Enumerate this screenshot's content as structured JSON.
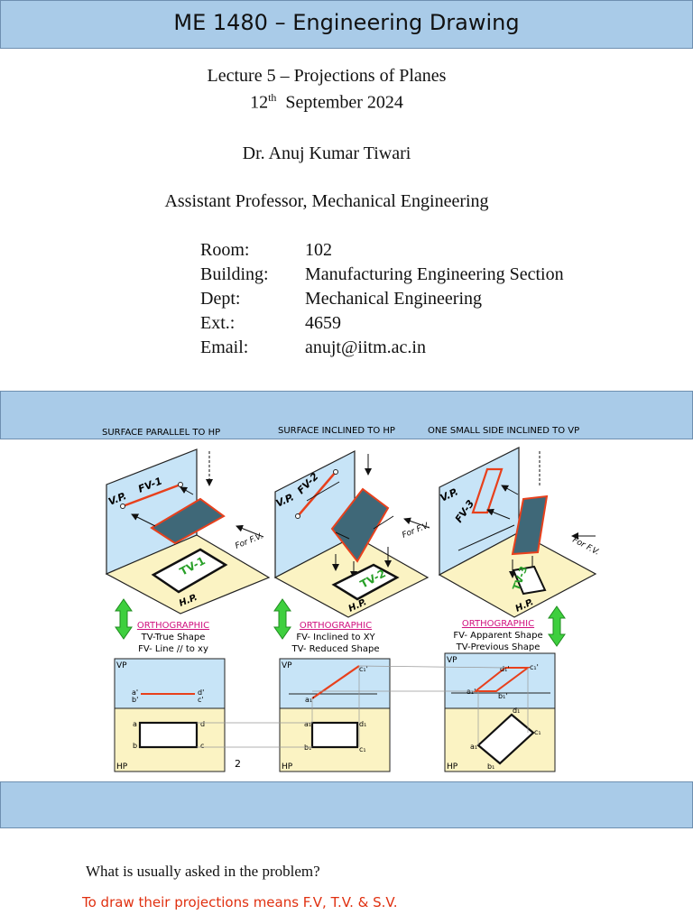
{
  "header": {
    "title": "ME 1480 – Engineering Drawing"
  },
  "lecture": {
    "title": "Lecture 5 – Projections of Planes",
    "date_day": "12",
    "date_suffix": "th",
    "date_rest": "  September 2024",
    "instructor": "Dr. Anuj Kumar Tiwari",
    "position": "Assistant Professor, Mechanical Engineering"
  },
  "contact": [
    {
      "label": "Room:",
      "value": "102"
    },
    {
      "label": "Building:",
      "value": "Manufacturing Engineering Section"
    },
    {
      "label": "Dept:",
      "value": "Mechanical Engineering"
    },
    {
      "label": "Ext.:",
      "value": "4659"
    },
    {
      "label": "Email:",
      "value": "anujt@iitm.ac.in"
    }
  ],
  "figure": {
    "cases": [
      {
        "heading": "SURFACE PARALLEL TO HP",
        "fv_tag": "FV-1",
        "tv_tag": "TV-1",
        "method": "ORTHOGRAPHIC",
        "line1": "TV-True Shape",
        "line2": "FV- Line // to xy"
      },
      {
        "heading": "SURFACE INCLINED TO HP",
        "fv_tag": "FV-2",
        "tv_tag": "TV-2",
        "method": "ORTHOGRAPHIC",
        "line1": "FV- Inclined to XY",
        "line2": "TV- Reduced Shape"
      },
      {
        "heading": "ONE SMALL SIDE INCLINED TO VP",
        "fv_tag": "FV-3",
        "tv_tag": "TV-3",
        "method": "ORTHOGRAPHIC",
        "line1": "FV- Apparent Shape",
        "line2": "TV-Previous Shape"
      }
    ],
    "vp_label": "V.P.",
    "hp_label": "H.P.",
    "for_fv": "For F.V.",
    "vp_short": "VP",
    "hp_short": "HP",
    "page_number": "2",
    "point_labels": {
      "a_prime": "a'",
      "b_prime": "b'",
      "c_prime": "c'",
      "d_prime": "d'",
      "a": "a",
      "b": "b",
      "c": "c",
      "d": "d",
      "a1": "a₁",
      "b1": "b₁",
      "c1": "c₁",
      "d1": "d₁",
      "a1p": "a₁'",
      "b1p": "b₁'",
      "c1p": "c₁'",
      "d1p": "d₁'"
    },
    "colors": {
      "plane": "#3f6878",
      "edge": "#e8401c",
      "vp_fill": "#c7e4f7",
      "hp_fill": "#fbf3c3",
      "arrow_green": "#3ecf3e",
      "magenta": "#d0117f"
    }
  },
  "question": "What is usually asked in the problem?",
  "answer": "To draw their projections means F.V,  T.V. & S.V."
}
